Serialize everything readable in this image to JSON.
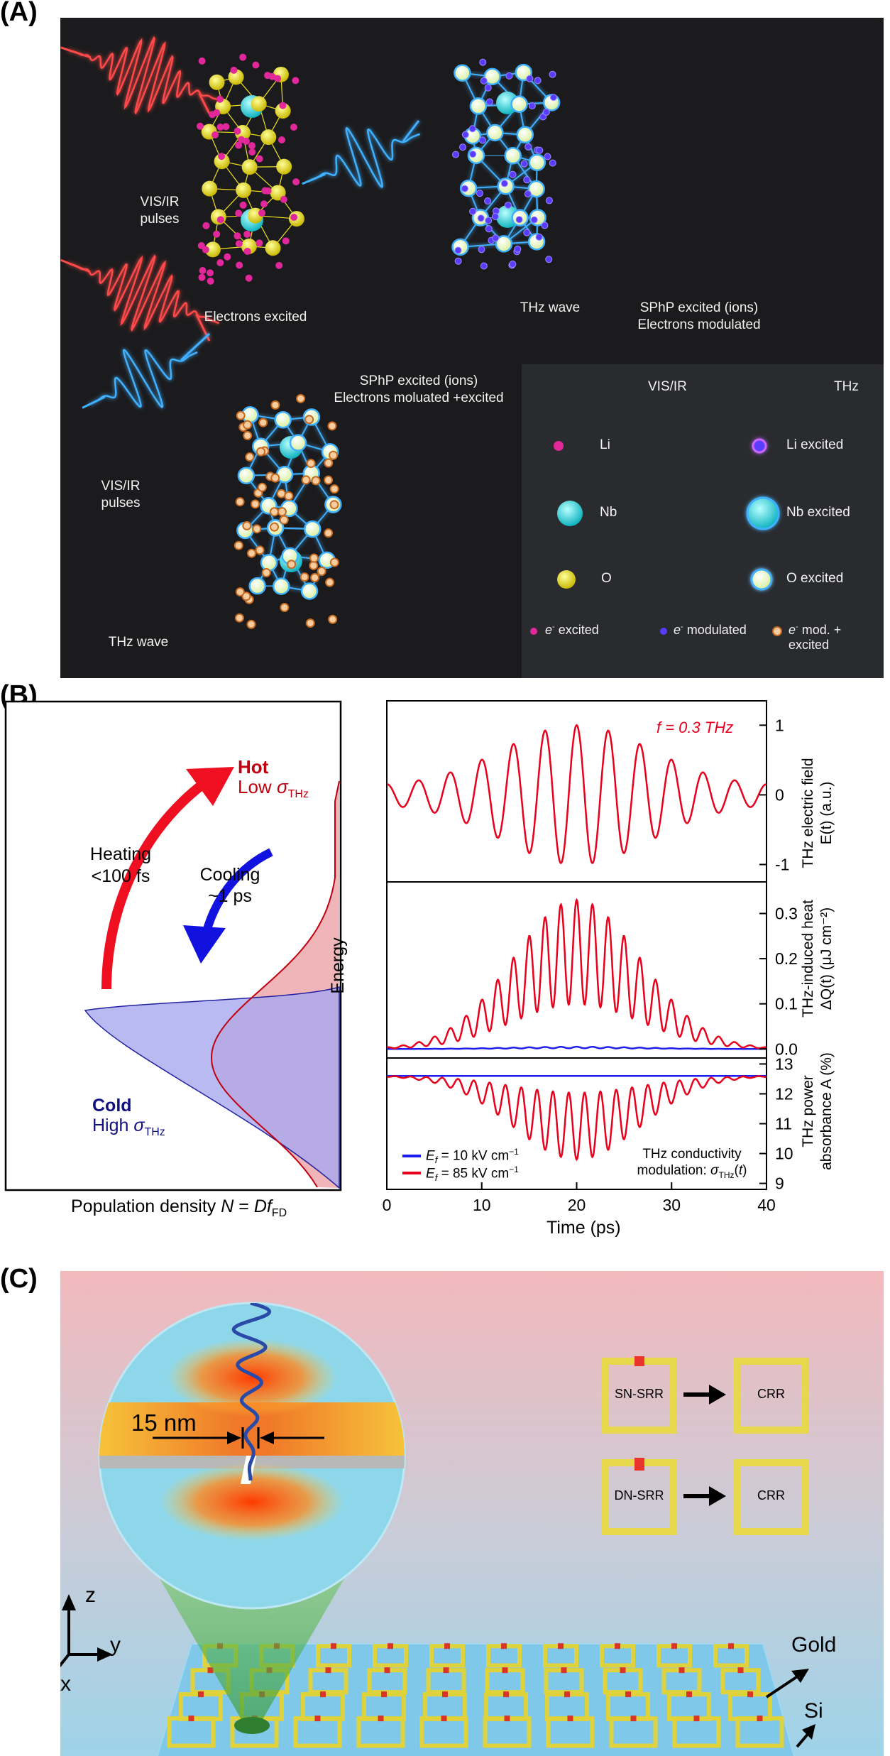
{
  "panel_labels": {
    "a": "(A)",
    "b": "(B)",
    "c": "(C)"
  },
  "panelA": {
    "vis_ir_pulses_1": [
      "VIS/IR",
      "pulses"
    ],
    "electrons_excited": "Electrons excited",
    "thz_wave_1": "THz wave",
    "sphp_1": [
      "SPhP excited (ions)",
      "Electrons modulated"
    ],
    "sphp_2": [
      "SPhP excited (ions)",
      "Electrons moluated +excited"
    ],
    "vis_ir_pulses_2": [
      "VIS/IR",
      "pulses"
    ],
    "thz_wave_2": "THz wave",
    "legend": {
      "vis_ir": "VIS/IR",
      "thz": "THz",
      "li": "Li",
      "li_excited": "Li excited",
      "nb": "Nb",
      "nb_excited": "Nb excited",
      "o": "O",
      "o_excited": "O excited",
      "e_excited": "excited",
      "e_modulated": "modulated",
      "e_mod_excited": "mod. + excited",
      "e_symbol": "e",
      "e_sup": "-"
    },
    "colors": {
      "red": "#ff4a4a",
      "blue": "#3fb0ff",
      "yellow": "#f2e21a",
      "cyan": "#25d4d4",
      "magenta": "#e0289a"
    }
  },
  "panelB": {
    "hot": "Hot",
    "low": "Low",
    "sigma": "σ",
    "thz_sub": "THz",
    "cold": "Cold",
    "high": "High",
    "heating": [
      "Heating",
      "<100 fs"
    ],
    "cooling": [
      "Cooling",
      "~1 ps"
    ],
    "energy": "Energy",
    "pop_density": "Population density",
    "pop_n": "N",
    "pop_df": "Df",
    "pop_fd": "FD",
    "freq": "f = 0.3 THz",
    "legend_10": "= 10 kV cm",
    "legend_85": "= 85 kV cm",
    "legend_e": "E",
    "legend_f": "f",
    "legend_exp": "−1",
    "mod_label_1": "THz conductivity",
    "mod_label_2": "modulation:",
    "xlabel": "Time (ps)",
    "ylabel_top": [
      "THz electric field",
      "E(t) (a.u.)"
    ],
    "ylabel_mid": [
      "THz-induced heat",
      "ΔQ(t) (μJ cm⁻²)"
    ],
    "ylabel_bot": [
      "THz power",
      "absorbance A (%)"
    ],
    "colors": {
      "red": "#e8001c",
      "blue": "#1d1df0",
      "hot_fill": "#efb5b8",
      "cold_fill": "#a9a9f0"
    }
  },
  "chart_data": [
    {
      "type": "line",
      "title": "f = 0.3 THz",
      "xlabel": "Time (ps)",
      "ylabel": "THz electric field E(t) (a.u.)",
      "xlim": [
        0,
        40
      ],
      "ylim": [
        -1.25,
        1.35
      ],
      "xticks": [
        0,
        10,
        20,
        30,
        40
      ],
      "yticks": [
        -1,
        0,
        1
      ],
      "series": [
        {
          "color": "#e8001c",
          "frequency_thz": 0.3,
          "center_ps": 20,
          "amplitude": 1.0
        }
      ]
    },
    {
      "type": "line",
      "xlabel": "Time (ps)",
      "ylabel": "THz-induced heat ΔQ(t) (μJ cm⁻²)",
      "xlim": [
        0,
        40
      ],
      "ylim": [
        -0.02,
        0.37
      ],
      "yticks": [
        0.0,
        0.1,
        0.2,
        0.3
      ],
      "series": [
        {
          "name": "E_f = 10 kV cm−1",
          "color": "#1d1df0",
          "peak": 0.005
        },
        {
          "name": "E_f = 85 kV cm−1",
          "color": "#e8001c",
          "peak": 0.33
        }
      ]
    },
    {
      "type": "line",
      "xlabel": "Time (ps)",
      "ylabel": "THz power absorbance A (%)",
      "xlim": [
        0,
        40
      ],
      "ylim": [
        8.8,
        13.2
      ],
      "yticks": [
        9,
        10,
        11,
        12,
        13
      ],
      "series": [
        {
          "name": "E_f = 10 kV cm−1",
          "color": "#1d1df0",
          "baseline": 12.6
        },
        {
          "name": "E_f = 85 kV cm−1",
          "color": "#e8001c",
          "baseline": 12.6,
          "min": 9.8
        }
      ]
    }
  ],
  "panelC": {
    "gap": "15 nm",
    "sn_srr": "SN-SRR",
    "dn_srr": "DN-SRR",
    "crr": "CRR",
    "axis_z": "z",
    "axis_y": "y",
    "axis_x": "x",
    "gold": "Gold",
    "si": "Si"
  }
}
